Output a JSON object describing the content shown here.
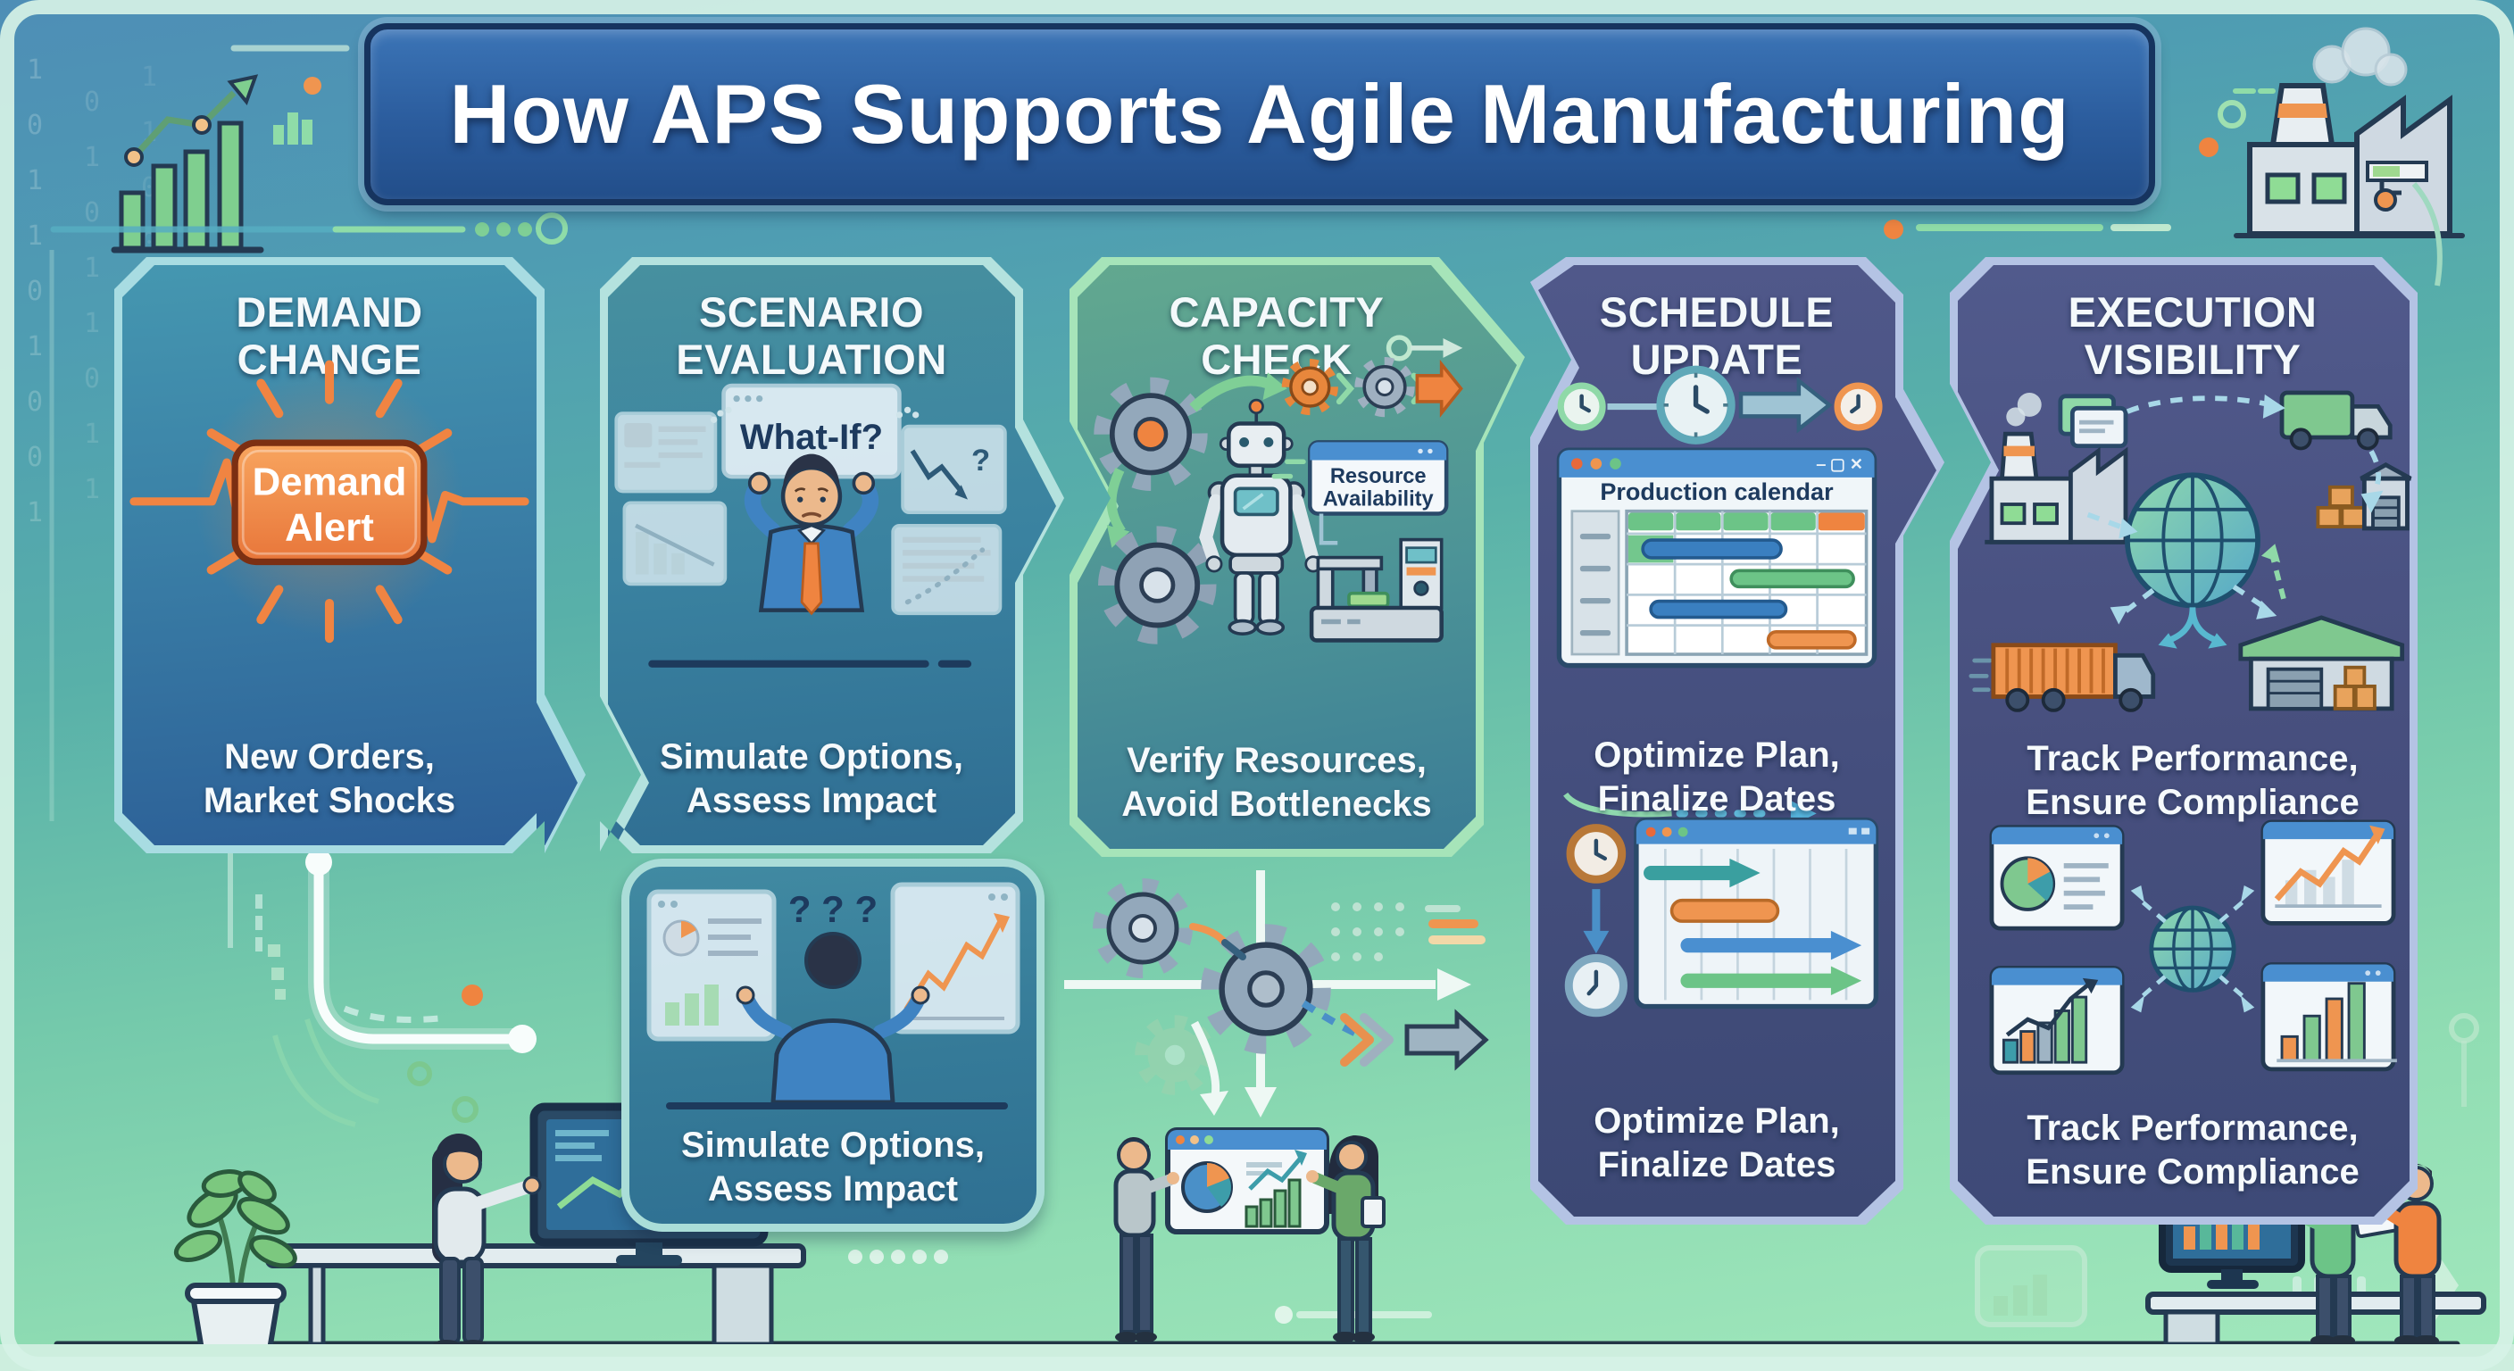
{
  "title": "How APS Supports Agile Manufacturing",
  "panels": [
    {
      "id": "demand-change",
      "title": "DEMAND CHANGE",
      "badge": {
        "line1": "Demand",
        "line2": "Alert"
      },
      "caption": "New Orders, Market Shocks"
    },
    {
      "id": "scenario-evaluation",
      "title": "SCENARIO EVALUATION",
      "whatif_label": "What-If?",
      "window_question": "?",
      "question_marks": "? ? ?",
      "caption": "Simulate Options, Assess Impact",
      "caption2": "Simulate Options, Assess Impact"
    },
    {
      "id": "capacity-check",
      "title": "CAPACITY CHECK",
      "resource_window": {
        "line1": "Resource",
        "line2": "Availability"
      },
      "caption": "Verify Resources, Avoid Bottlenecks"
    },
    {
      "id": "schedule-update",
      "title": "SCHEDULE UPDATE",
      "calendar_title": "Production calendar",
      "window_controls": "‒ ▢ ✕",
      "caption": "Optimize Plan, Finalize Dates",
      "caption2": "Optimize Plan, Finalize Dates"
    },
    {
      "id": "execution-visibility",
      "title": "EXECUTION VISIBILITY",
      "caption": "Track Performance, Ensure Compliance",
      "caption2": "Track Performance, Ensure Compliance"
    }
  ],
  "decor": {
    "binary_column_1": "1\n0\n1\n1\n0\n1\n0\n0\n1",
    "binary_column_2": "0\n1\n0\n1\n1\n0\n1\n1",
    "binary_column_3": "1\n1\n0\n0\n1\n0\n1"
  },
  "colors": {
    "background_top": "#4e8eb6",
    "background_bottom": "#9fe6bb",
    "banner_fill": "#2b5c9d",
    "banner_border": "#16345f",
    "alert_orange": "#ef8440",
    "accent_green": "#6cc487",
    "accent_blue": "#3f83c2",
    "accent_teal": "#3d9daa",
    "panel_slate": "#454f7e",
    "text_white": "#f5fafc",
    "text_navy": "#1d3a5e"
  }
}
